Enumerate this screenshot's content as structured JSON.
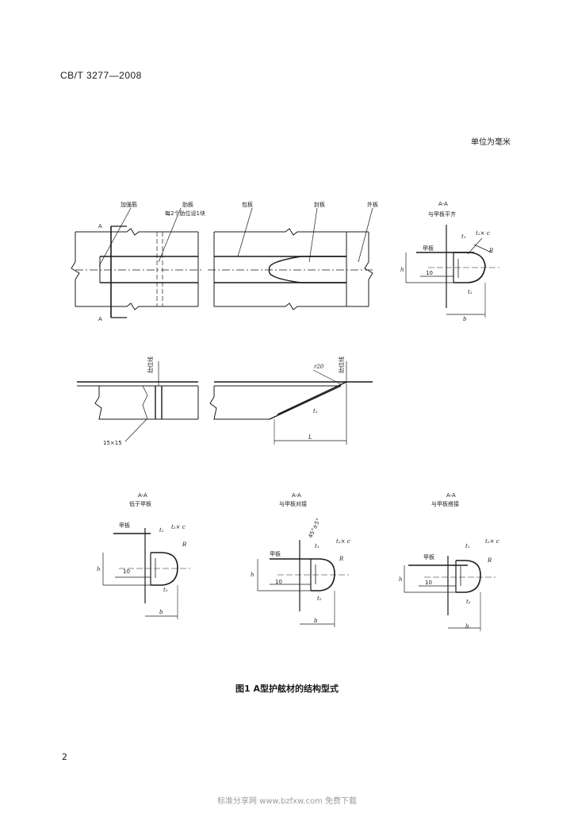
{
  "header": {
    "standard_code": "CB/T 3277—2008"
  },
  "unit_note": "单位为毫米",
  "top_plan": {
    "labels": {
      "stiffener": "加强筋",
      "rib_plate": "肋板",
      "rib_note": "每2个肋位设1块",
      "wrap_plate": "包板",
      "seal_plate": "封板",
      "outer_plate": "外板",
      "section_mark": "A"
    }
  },
  "side_view": {
    "labels": {
      "rib_line_1": "肋位线",
      "rib_line_2": "肋位线",
      "radius": "r20",
      "fillet": "15×15",
      "length": "L",
      "thickness": "t₁"
    }
  },
  "sections": [
    {
      "title": "A-A",
      "subtitle": "与甲板平齐",
      "deck_label": "甲板",
      "dim_10": "10",
      "h": "h",
      "b": "b",
      "R": "R",
      "t1": "t₁",
      "t2c": "t₂× c",
      "t2": "t₂"
    },
    {
      "title": "A-A",
      "subtitle": "低于甲板",
      "deck_label": "甲板",
      "dim_10": "10",
      "h": "h",
      "b": "b",
      "R": "R",
      "t1": "t₁",
      "t2c": "t₂× c",
      "t2": "t₂"
    },
    {
      "title": "A-A",
      "subtitle": "与甲板对接",
      "deck_label": "甲板",
      "dim_10": "10",
      "angle": "45°±5°",
      "h": "h",
      "b": "b",
      "R": "R",
      "t1": "t₁",
      "t2c": "t₂× c",
      "t2": "t₂"
    },
    {
      "title": "A-A",
      "subtitle": "与甲板搭接",
      "deck_label": "甲板",
      "dim_10": "10",
      "h": "h",
      "b": "b",
      "R": "R",
      "t1": "t₁",
      "t2c": "t₂× c",
      "t2": "t₂"
    }
  ],
  "figure_caption": "图1  A型护舷材的结构型式",
  "page_number": "2",
  "footer_watermark": "标准分享网 www.bzfxw.com 免费下载"
}
